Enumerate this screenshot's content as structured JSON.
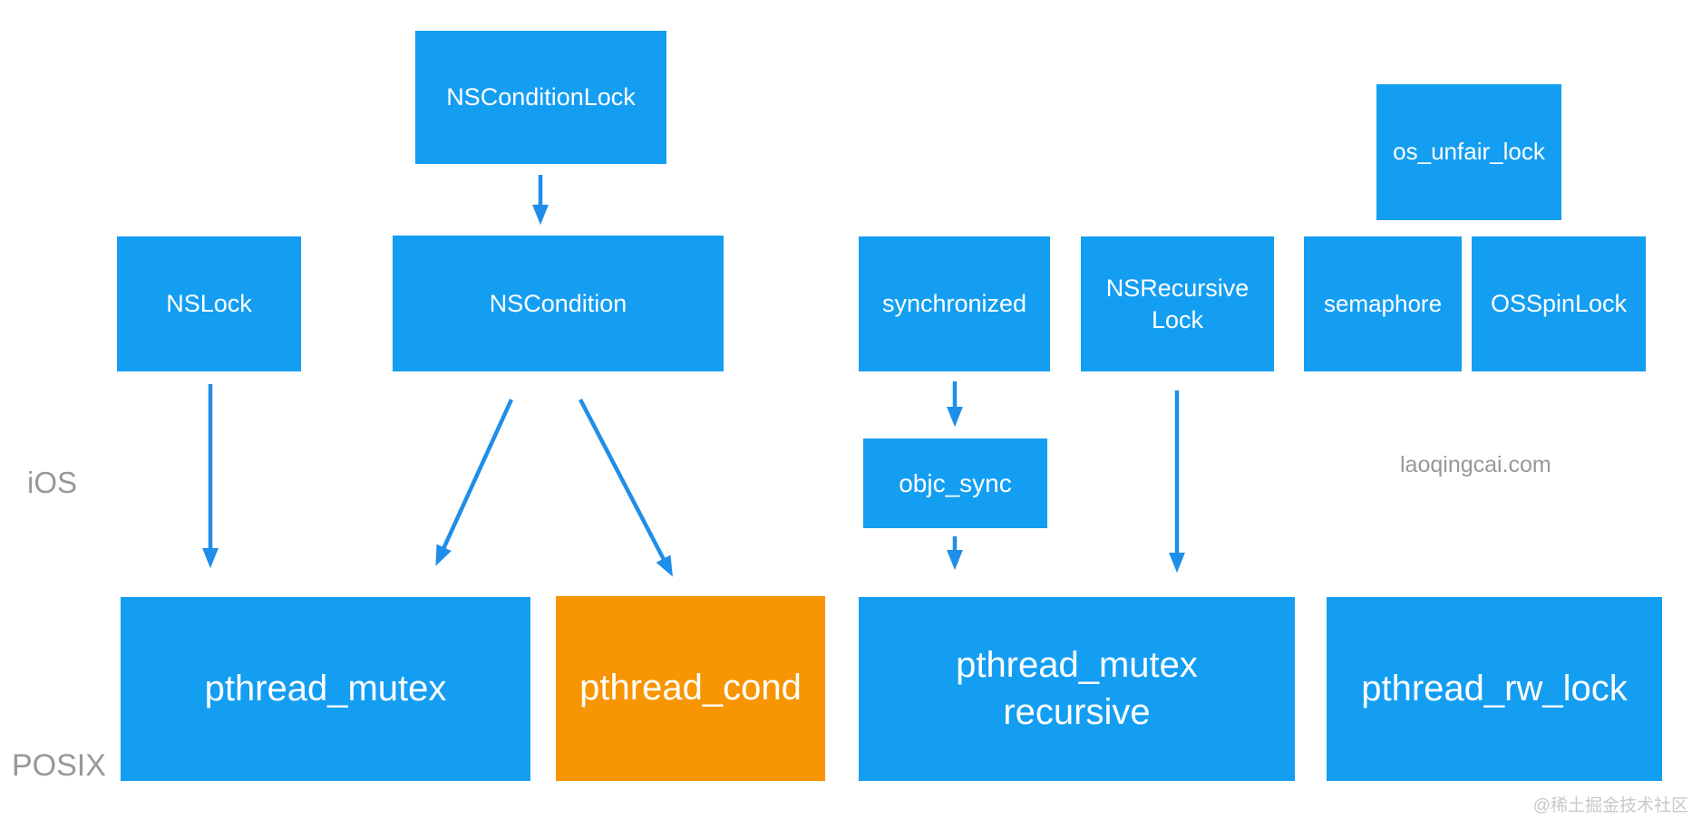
{
  "colors": {
    "box_blue": "#149EF2",
    "box_orange": "#F79502",
    "arrow_blue": "#1E8EE9",
    "label_gray": "#98989B",
    "watermark_gray": "#C9C9C9",
    "node_text": "#FFFFFF"
  },
  "labels": {
    "ios": "iOS",
    "posix": "POSIX",
    "site": "laoqingcai.com",
    "watermark": "@稀土掘金技术社区"
  },
  "nodes": [
    {
      "id": "nsconditionlock",
      "label": "NSConditionLock"
    },
    {
      "id": "os_unfair_lock",
      "label": "os_unfair_lock"
    },
    {
      "id": "nslock",
      "label": "NSLock"
    },
    {
      "id": "nscondition",
      "label": "NSCondition"
    },
    {
      "id": "synchronized",
      "label": "synchronized"
    },
    {
      "id": "nsrecursivelock",
      "label": "NSRecursive\nLock"
    },
    {
      "id": "semaphore",
      "label": "semaphore"
    },
    {
      "id": "osspinlock",
      "label": "OSSpinLock"
    },
    {
      "id": "objc_sync",
      "label": "objc_sync"
    },
    {
      "id": "pthread_mutex",
      "label": "pthread_mutex"
    },
    {
      "id": "pthread_cond",
      "label": "pthread_cond"
    },
    {
      "id": "pthread_mutex_recursive",
      "label": "pthread_mutex\nrecursive"
    },
    {
      "id": "pthread_rw_lock",
      "label": "pthread_rw_lock"
    }
  ],
  "edges": [
    {
      "from": "NSConditionLock",
      "to": "NSCondition"
    },
    {
      "from": "NSLock",
      "to": "pthread_mutex"
    },
    {
      "from": "NSCondition",
      "to": "pthread_mutex"
    },
    {
      "from": "NSCondition",
      "to": "pthread_cond"
    },
    {
      "from": "synchronized",
      "to": "objc_sync"
    },
    {
      "from": "objc_sync",
      "to": "pthread_mutex recursive"
    },
    {
      "from": "NSRecursiveLock",
      "to": "pthread_mutex recursive"
    }
  ]
}
